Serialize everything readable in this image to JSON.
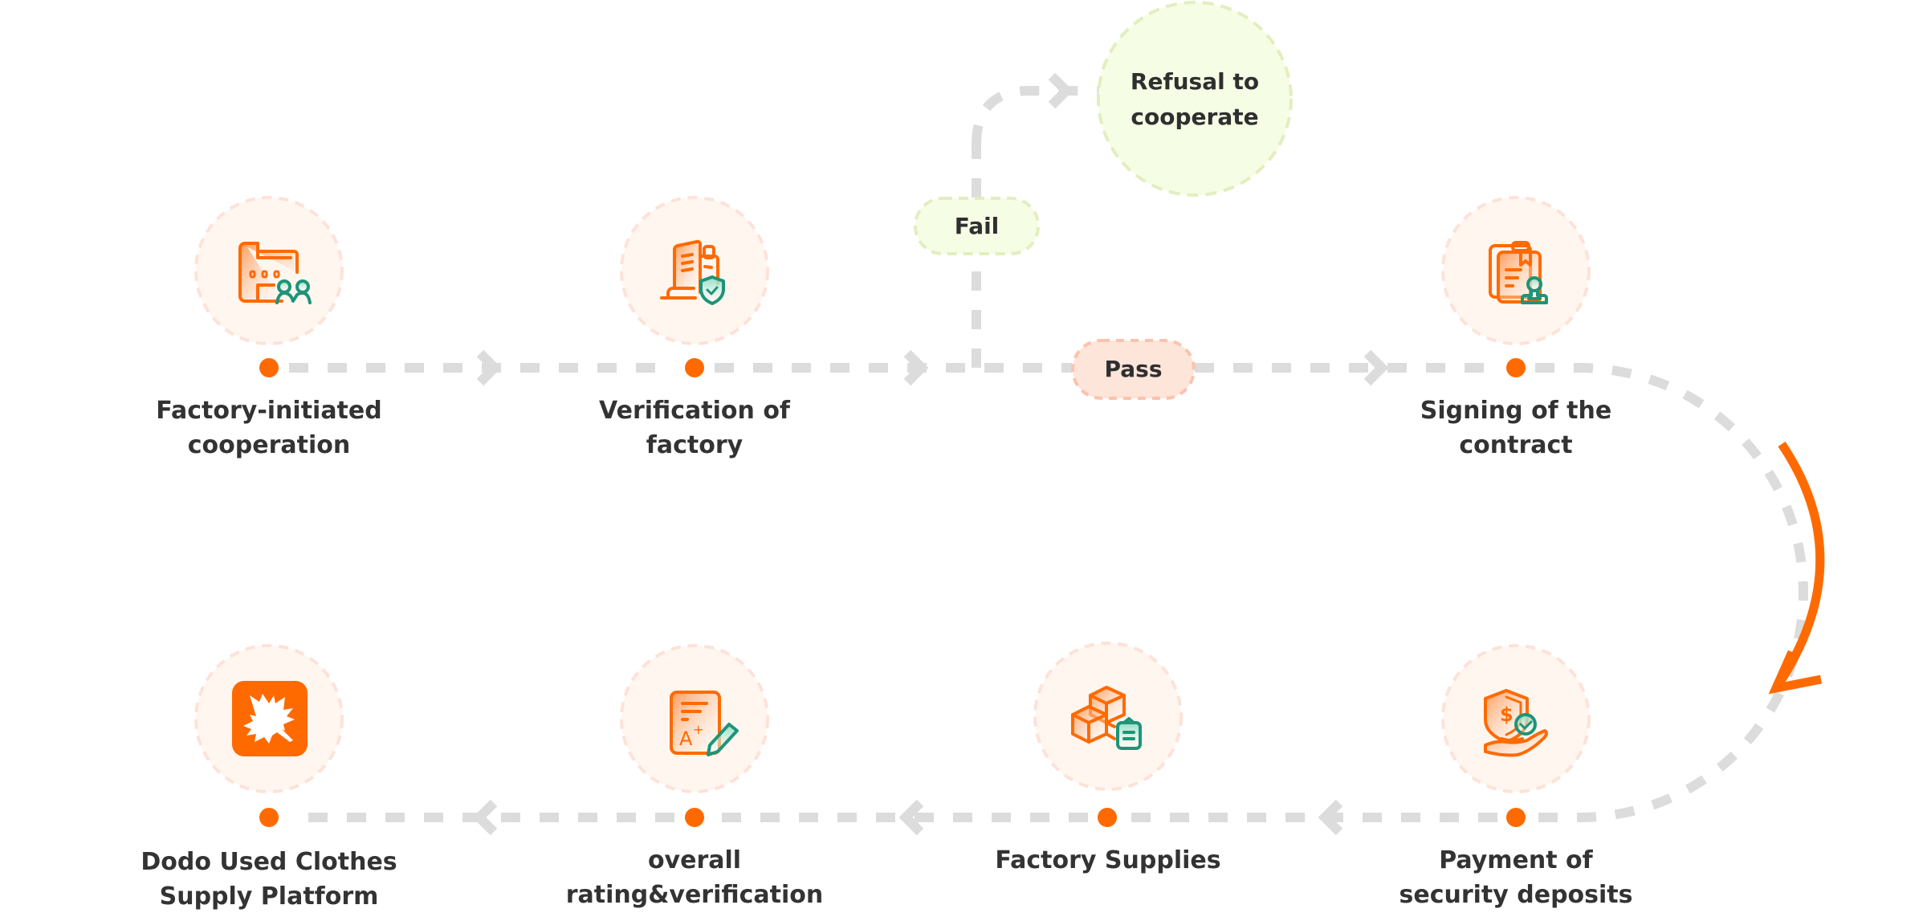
{
  "title": "Factory cooperation process",
  "colors": {
    "accent": "#ff6a00",
    "teal": "#1e9478",
    "connector": "#dcdcdc",
    "node_fill": "#fff6f0",
    "node_border": "#fde2d8",
    "pass_fill": "#fee5da",
    "pass_border": "#fbc3ad",
    "fail_fill": "#f5fde4",
    "fail_border": "#e3eec0",
    "text": "#333333"
  },
  "steps": [
    {
      "id": "factory-initiated",
      "label": "Factory-initiated\ncooperation",
      "icon": "factory-handshake-icon",
      "row": "top"
    },
    {
      "id": "verification",
      "label": "Verification  of\nfactory",
      "icon": "building-shield-icon",
      "row": "top"
    },
    {
      "id": "signing",
      "label": "Signing of the\ncontract",
      "icon": "contract-stamp-icon",
      "row": "top"
    },
    {
      "id": "payment",
      "label": "Payment of\nsecurity deposits",
      "icon": "hand-shield-dollar-icon",
      "row": "bottom"
    },
    {
      "id": "supplies",
      "label": "Factory Supplies",
      "icon": "boxes-clipboard-icon",
      "row": "bottom"
    },
    {
      "id": "rating",
      "label": "overall\nrating&verification",
      "icon": "document-grade-pencil-icon",
      "row": "bottom"
    },
    {
      "id": "platform",
      "label": "Dodo Used Clothes\nSupply Platform",
      "icon": "maple-leaf-logo-icon",
      "row": "bottom"
    }
  ],
  "decision": {
    "pass_label": "Pass",
    "fail_label": "Fail",
    "refusal_label": "Refusal to\ncooperate"
  }
}
